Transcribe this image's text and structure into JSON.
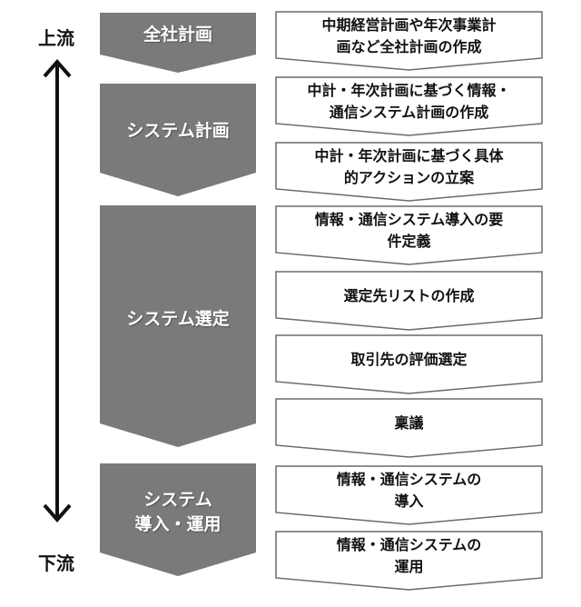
{
  "flow": {
    "upstream_label": "上流",
    "downstream_label": "下流"
  },
  "phases": [
    {
      "lines": [
        "全社計画"
      ]
    },
    {
      "lines": [
        "システム計画"
      ]
    },
    {
      "lines": [
        "システム選定"
      ]
    },
    {
      "lines": [
        "システム",
        "導入・運用"
      ]
    }
  ],
  "tasks": [
    {
      "lines": [
        "中期経営計画や年次事業計",
        "画など全社計画の作成"
      ]
    },
    {
      "lines": [
        "中計・年次計画に基づく情報・",
        "通信システム計画の作成"
      ]
    },
    {
      "lines": [
        "中計・年次計画に基づく具体",
        "的アクションの立案"
      ]
    },
    {
      "lines": [
        "情報・通信システム導入の要",
        "件定義"
      ]
    },
    {
      "lines": [
        "選定先リストの作成"
      ]
    },
    {
      "lines": [
        "取引先の評価選定"
      ]
    },
    {
      "lines": [
        "稟議"
      ]
    },
    {
      "lines": [
        "情報・通信システムの",
        "導入"
      ]
    },
    {
      "lines": [
        "情報・通信システムの",
        "運用"
      ]
    }
  ],
  "colors": {
    "phase_fill": "#7a7a7a",
    "task_stroke": "#6a6a6a",
    "arrow": "#111111"
  }
}
